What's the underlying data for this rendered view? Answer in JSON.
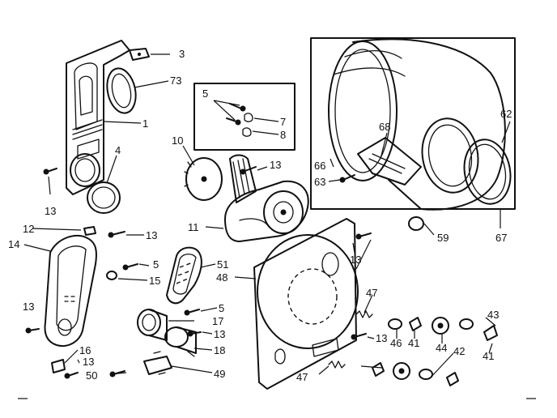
{
  "callouts": [
    {
      "id": "c3",
      "text": "3"
    },
    {
      "id": "c73",
      "text": "73"
    },
    {
      "id": "c1",
      "text": "1"
    },
    {
      "id": "c4",
      "text": "4"
    },
    {
      "id": "c13a",
      "text": "13"
    },
    {
      "id": "c5a",
      "text": "5"
    },
    {
      "id": "c7",
      "text": "7"
    },
    {
      "id": "c8",
      "text": "8"
    },
    {
      "id": "c10",
      "text": "10"
    },
    {
      "id": "c13b",
      "text": "13"
    },
    {
      "id": "c11",
      "text": "11"
    },
    {
      "id": "c12",
      "text": "12"
    },
    {
      "id": "c13c",
      "text": "13"
    },
    {
      "id": "c14",
      "text": "14"
    },
    {
      "id": "c5b",
      "text": "5"
    },
    {
      "id": "c15",
      "text": "15"
    },
    {
      "id": "c51",
      "text": "51"
    },
    {
      "id": "c48",
      "text": "48"
    },
    {
      "id": "c13d",
      "text": "13"
    },
    {
      "id": "c5c",
      "text": "5"
    },
    {
      "id": "c17",
      "text": "17"
    },
    {
      "id": "c13e",
      "text": "13"
    },
    {
      "id": "c18",
      "text": "18"
    },
    {
      "id": "c16",
      "text": "16"
    },
    {
      "id": "c13f",
      "text": "13"
    },
    {
      "id": "c50",
      "text": "50"
    },
    {
      "id": "c49",
      "text": "49"
    },
    {
      "id": "c68",
      "text": "68"
    },
    {
      "id": "c62",
      "text": "62"
    },
    {
      "id": "c66",
      "text": "66"
    },
    {
      "id": "c63",
      "text": "63"
    },
    {
      "id": "c59",
      "text": "59"
    },
    {
      "id": "c67",
      "text": "67"
    },
    {
      "id": "c13g",
      "text": "13"
    },
    {
      "id": "c47a",
      "text": "47"
    },
    {
      "id": "c13h",
      "text": "13"
    },
    {
      "id": "c46",
      "text": "46"
    },
    {
      "id": "c41a",
      "text": "41"
    },
    {
      "id": "c44",
      "text": "44"
    },
    {
      "id": "c42",
      "text": "42"
    },
    {
      "id": "c43",
      "text": "43"
    },
    {
      "id": "c41b",
      "text": "41"
    },
    {
      "id": "c47b",
      "text": "47"
    }
  ]
}
